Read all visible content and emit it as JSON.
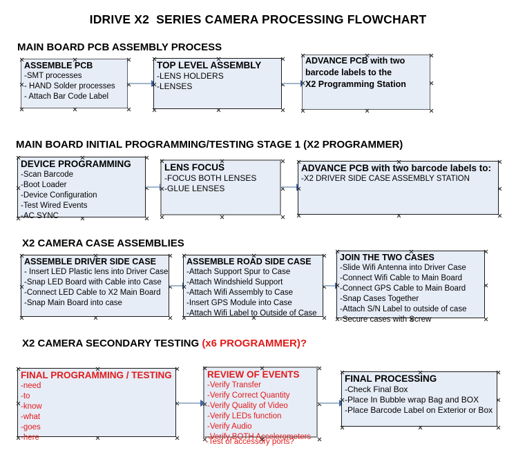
{
  "title": "IDRIVE X2  SERIES CAMERA PROCESSING FLOWCHART",
  "colors": {
    "box_fill": "#e7edf7",
    "box_border_dark": "#1a1a1a",
    "box_border_gray": "#8e8e8e",
    "connector": "#9fb4cc",
    "arrow_head": "#3b68a8",
    "accent_red": "#e01b1b",
    "text": "#000000",
    "background": "#ffffff"
  },
  "sections": [
    {
      "heading": "MAIN BOARD PCB ASSEMBLY PROCESS",
      "heading_accent": "",
      "boxes": [
        {
          "title": "ASSEMBLE PCB",
          "lines": [
            "-SMT processes",
            "- HAND Solder processes",
            "- Attach Bar Code Label"
          ]
        },
        {
          "title": "TOP LEVEL ASSEMBLY",
          "lines": [
            "-LENS HOLDERS",
            "-LENSES"
          ]
        },
        {
          "title": "ADVANCE PCB with two",
          "lines": [
            "barcode labels to the",
            " X2 Programming Station"
          ]
        }
      ]
    },
    {
      "heading": "MAIN BOARD INITIAL PROGRAMMING/TESTING STAGE 1 (X2 PROGRAMMER)",
      "heading_accent": "",
      "boxes": [
        {
          "title": "DEVICE PROGRAMMING",
          "lines": [
            "-Scan Barcode",
            "-Boot Loader",
            "-Device Configuration",
            "-Test Wired Events",
            "-AC SYNC"
          ]
        },
        {
          "title": "LENS FOCUS",
          "lines": [
            "-FOCUS BOTH LENSES",
            "-GLUE LENSES"
          ]
        },
        {
          "title": "ADVANCE PCB with two barcode labels to:",
          "lines": [
            "-X2 DRIVER  SIDE  CASE  ASSEMBLY STATION"
          ]
        }
      ]
    },
    {
      "heading": "X2 CAMERA CASE ASSEMBLIES",
      "heading_accent": "",
      "boxes": [
        {
          "title": "ASSEMBLE DRIVER SIDE CASE",
          "lines": [
            "- Insert LED Plastic lens into Driver Case",
            "-Snap LED Board with Cable into Case",
            "-Connect LED Cable to X2 Main Board",
            "-Snap Main Board into case"
          ]
        },
        {
          "title": "ASSEMBLE ROAD SIDE CASE",
          "lines": [
            "-Attach Support Spur to Case",
            "-Attach Windshield Support",
            "-Attach Wifi Assembly to Case",
            "-Insert GPS Module into Case",
            "-Attach Wifi Label to Outside of Case"
          ]
        },
        {
          "title": "JOIN THE TWO CASES",
          "lines": [
            "-Slide Wifi Antenna into Driver Case",
            "-Connect Wifi Cable to Main Board",
            "-Connect GPS Cable to Main Board",
            "-Snap Cases Together",
            "-Attach S/N Label to outside of case",
            "-Secure cases with Screw"
          ]
        }
      ]
    },
    {
      "heading": "X2 CAMERA SECONDARY TESTING ",
      "heading_accent": "(x6 PROGRAMMER)?",
      "boxes": [
        {
          "title": "FINAL PROGRAMMING / TESTING",
          "lines": [
            "-need",
            "-to",
            "-know",
            "-what",
            "-goes",
            "-here"
          ]
        },
        {
          "title": "REVIEW OF EVENTS",
          "lines": [
            "-Verify Transfer",
            "-Verify Correct Quantity",
            "-Verify Quality of Video",
            "-Verify LEDs function",
            "-Verify Audio",
            "-Verify BOTH Accelerometers"
          ],
          "overflow_line": "-Test of accessory ports?"
        },
        {
          "title": "FINAL PROCESSING",
          "lines": [
            " -Check Final Box",
            "-Place In Bubble wrap Bag and BOX",
            "-Place Barcode Label on Exterior or Box"
          ]
        }
      ]
    }
  ]
}
